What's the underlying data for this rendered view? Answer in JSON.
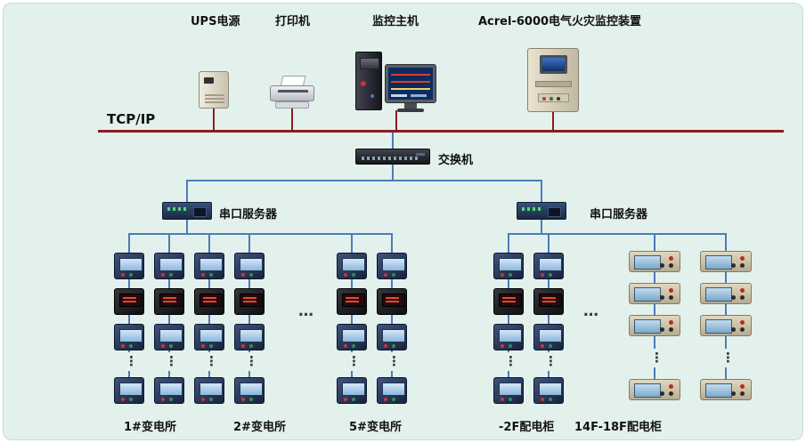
{
  "top_devices": {
    "ups_label": "UPS电源",
    "printer_label": "打印机",
    "host_label": "监控主机",
    "acrel_label": "Acrel-6000电气火灾监控装置"
  },
  "network": {
    "bus_label": "TCP/IP",
    "switch_label": "交换机",
    "serial_server_left_label": "串口服务器",
    "serial_server_right_label": "串口服务器"
  },
  "substations": {
    "group1_label": "1#变电所",
    "group2_label": "2#变电所",
    "group5_label": "5#变电所"
  },
  "distribution": {
    "minus2f_label": "-2F配电柜",
    "f14_18_label": "14F-18F配电柜"
  },
  "marks": {
    "h_ellipsis": "…",
    "v_ellipsis": "⋮"
  },
  "colors": {
    "bus": "#8d1b21",
    "wire": "#4a7db8",
    "panel_bg": "#e3f1ed"
  }
}
